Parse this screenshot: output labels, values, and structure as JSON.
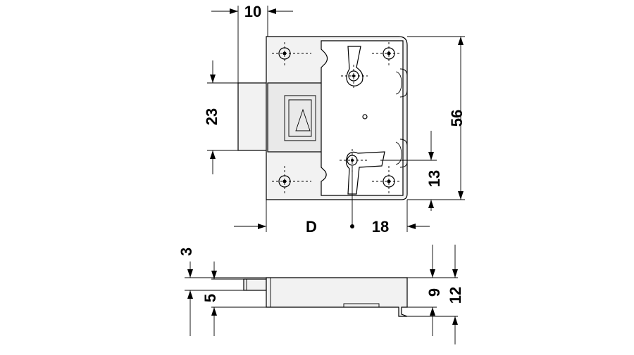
{
  "dimensions": {
    "top_width": "10",
    "bolt_height": "23",
    "overall_height": "56",
    "keyhole_offset": "13",
    "backset": "D",
    "case_depth": "18",
    "bolt_projection": "3",
    "bolt_thickness": "5",
    "case_thickness": "9",
    "overall_thickness": "12"
  }
}
